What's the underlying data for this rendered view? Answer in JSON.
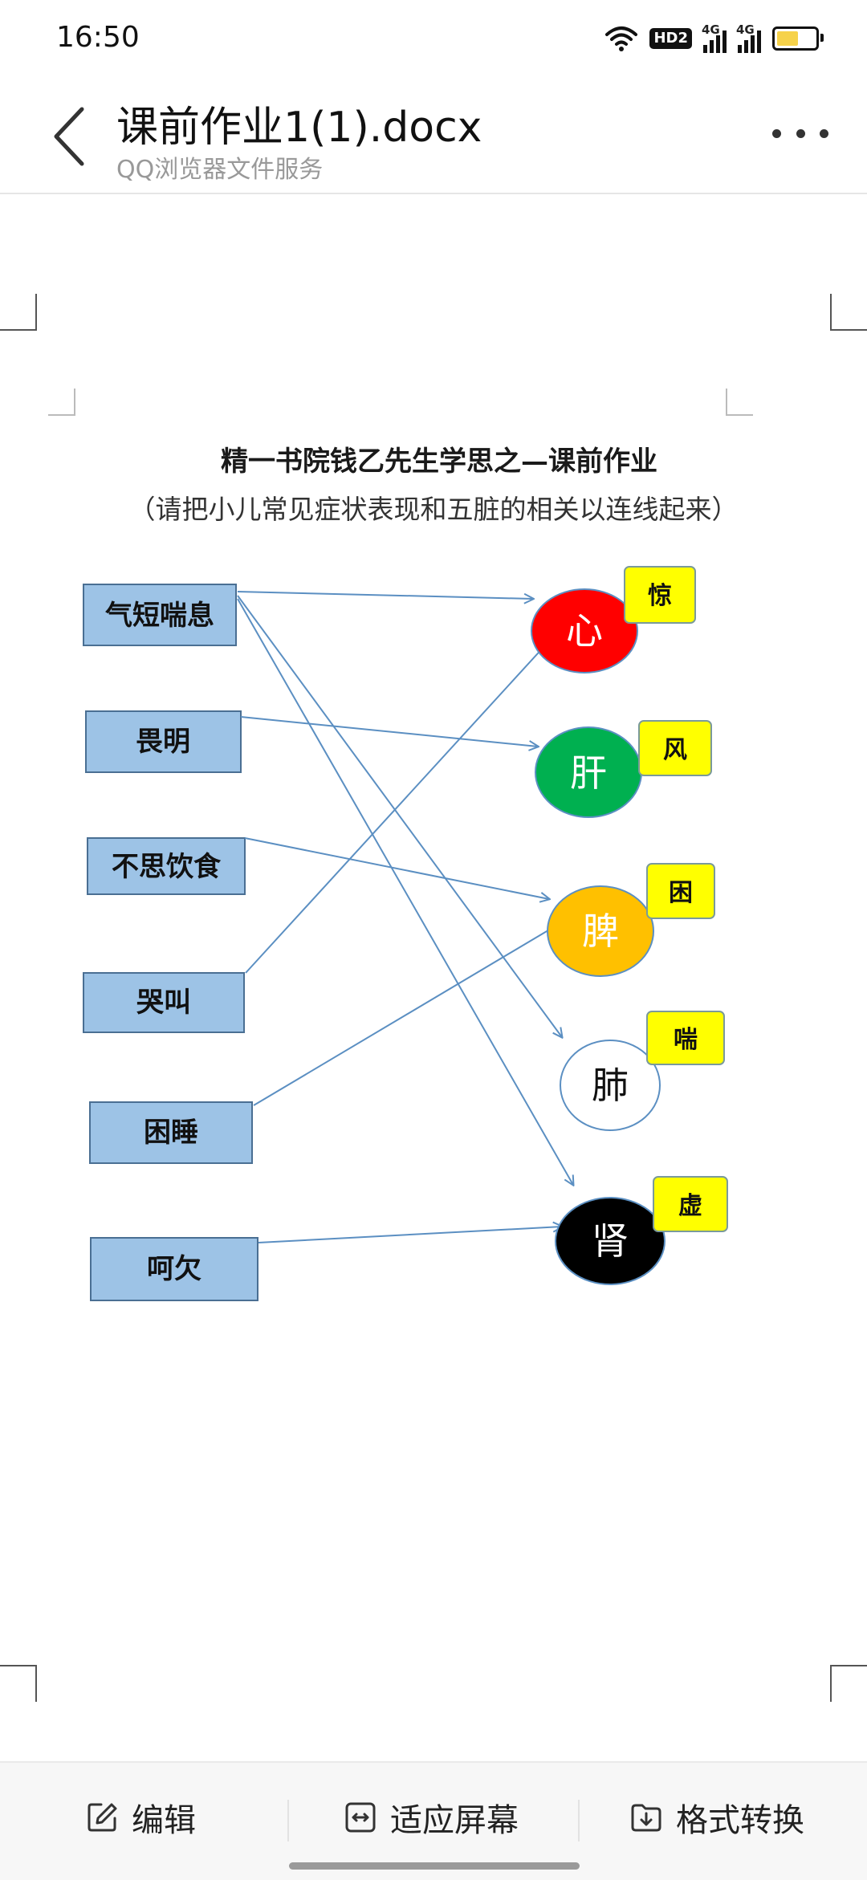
{
  "status_bar": {
    "time": "16:50",
    "hd_label": "HD2",
    "network_1": "4G",
    "network_2": "4G",
    "battery_color": "#f6d24a"
  },
  "header": {
    "title": "课前作业1(1).docx",
    "subtitle": "QQ浏览器文件服务"
  },
  "document": {
    "title": "精一书院钱乙先生学思之—课前作业",
    "subtitle": "（请把小儿常见症状表现和五脏的相关以连线起来）",
    "symptoms": [
      {
        "label": "气短喘息"
      },
      {
        "label": "畏明"
      },
      {
        "label": "不思饮食"
      },
      {
        "label": "哭叫"
      },
      {
        "label": "困睡"
      },
      {
        "label": "呵欠"
      }
    ],
    "organs": [
      {
        "label": "心",
        "color": "#ff0000",
        "text_color": "#ffffff",
        "tag": "惊"
      },
      {
        "label": "肝",
        "color": "#00b050",
        "text_color": "#ffffff",
        "tag": "风"
      },
      {
        "label": "脾",
        "color": "#ffc000",
        "text_color": "#ffffff",
        "tag": "困"
      },
      {
        "label": "肺",
        "color": "#ffffff",
        "text_color": "#111111",
        "tag": "喘"
      },
      {
        "label": "肾",
        "color": "#000000",
        "text_color": "#ffffff",
        "tag": "虚"
      }
    ],
    "colors": {
      "symptom_box_fill": "#9dc3e6",
      "tag_fill": "#ffff00",
      "arrow": "#5b8fc2"
    }
  },
  "toolbar": {
    "edit_label": "编辑",
    "fit_label": "适应屏幕",
    "convert_label": "格式转换"
  }
}
